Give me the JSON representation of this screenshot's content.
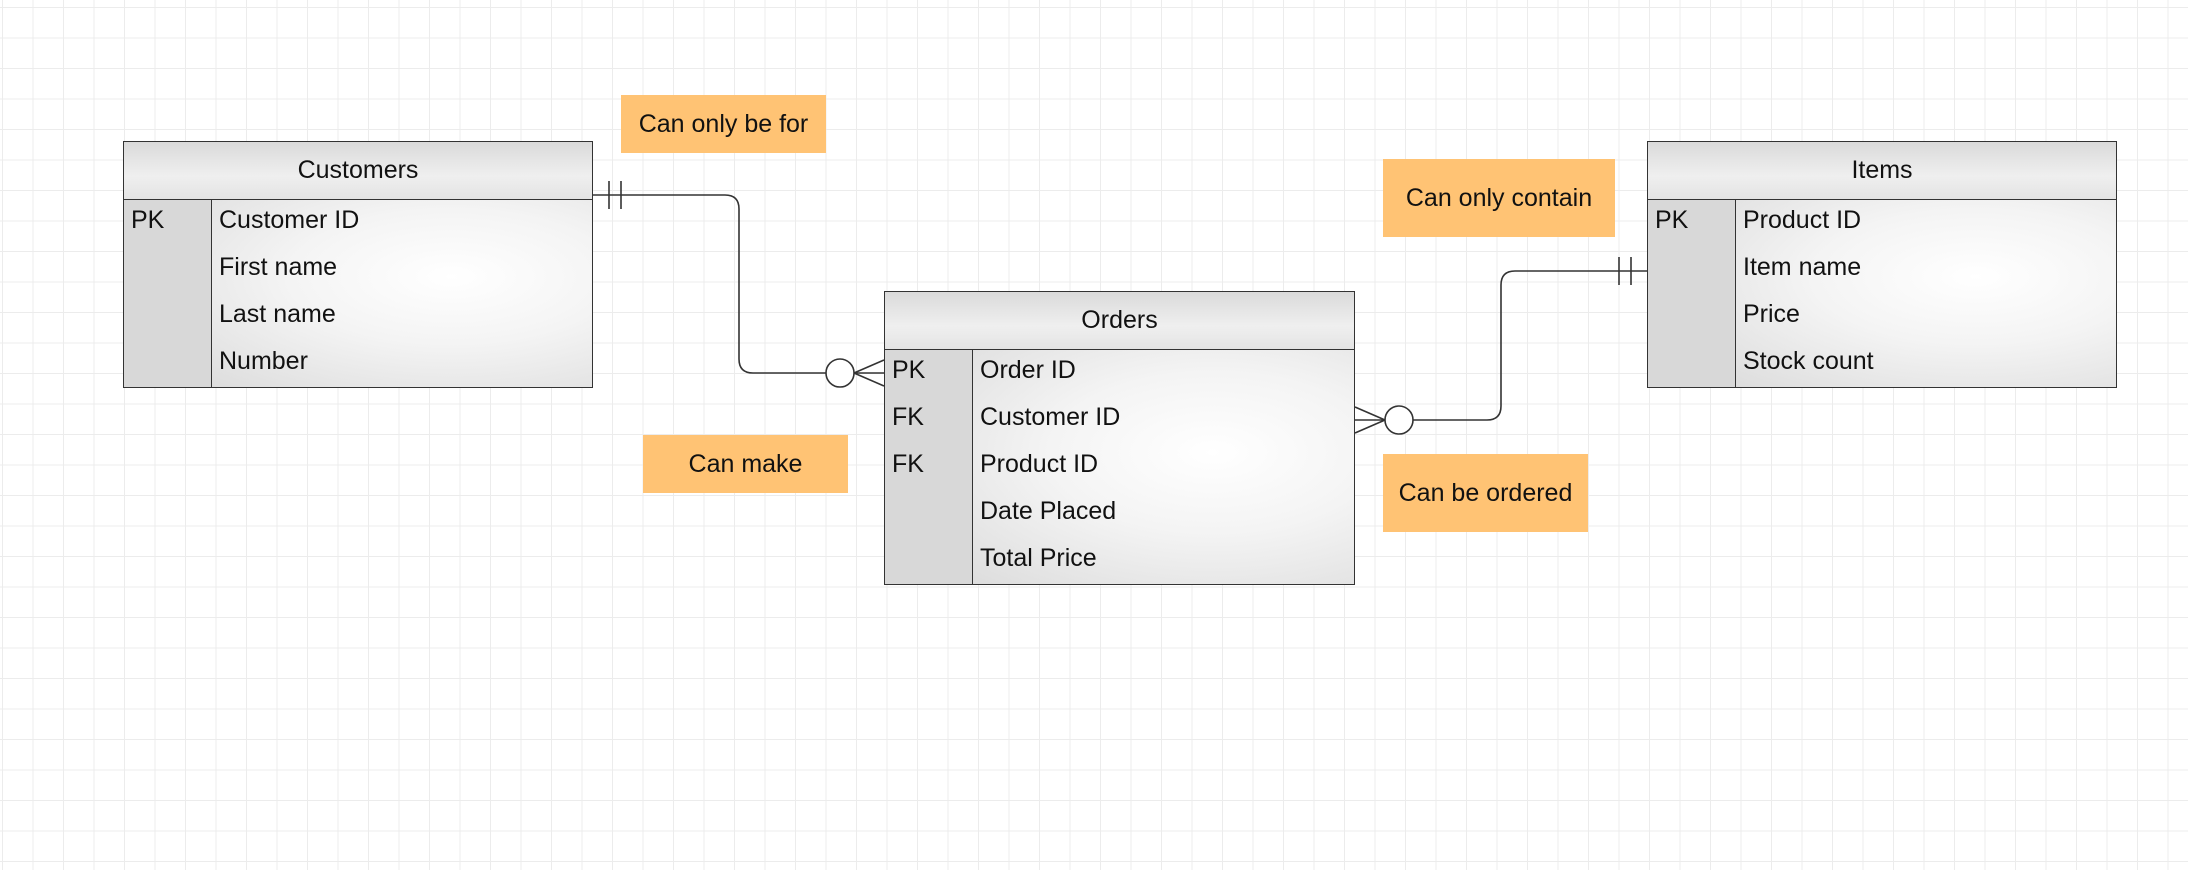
{
  "colors": {
    "note": "#ffc374",
    "line": "#333333",
    "grid": "#ececec"
  },
  "entities": {
    "customers": {
      "title": "Customers",
      "rows": [
        {
          "key": "PK",
          "attr": "Customer ID"
        },
        {
          "key": "",
          "attr": "First name"
        },
        {
          "key": "",
          "attr": "Last name"
        },
        {
          "key": "",
          "attr": "Number"
        }
      ]
    },
    "orders": {
      "title": "Orders",
      "rows": [
        {
          "key": "PK",
          "attr": "Order ID"
        },
        {
          "key": "FK",
          "attr": "Customer ID"
        },
        {
          "key": "FK",
          "attr": "Product ID"
        },
        {
          "key": "",
          "attr": "Date Placed"
        },
        {
          "key": "",
          "attr": "Total Price"
        }
      ]
    },
    "items": {
      "title": "Items",
      "rows": [
        {
          "key": "PK",
          "attr": "Product ID"
        },
        {
          "key": "",
          "attr": "Item name"
        },
        {
          "key": "",
          "attr": "Price"
        },
        {
          "key": "",
          "attr": "Stock count"
        }
      ]
    }
  },
  "notes": {
    "can_only_be_for": "Can only be for",
    "can_make": "Can make",
    "can_only_contain": "Can only contain",
    "can_be_ordered": "Can be ordered"
  },
  "relationships": [
    {
      "from": "Customers",
      "from_cardinality": "exactly-one",
      "to": "Orders",
      "to_cardinality": "zero-or-many"
    },
    {
      "from": "Items",
      "from_cardinality": "exactly-one",
      "to": "Orders",
      "to_cardinality": "zero-or-many"
    }
  ]
}
